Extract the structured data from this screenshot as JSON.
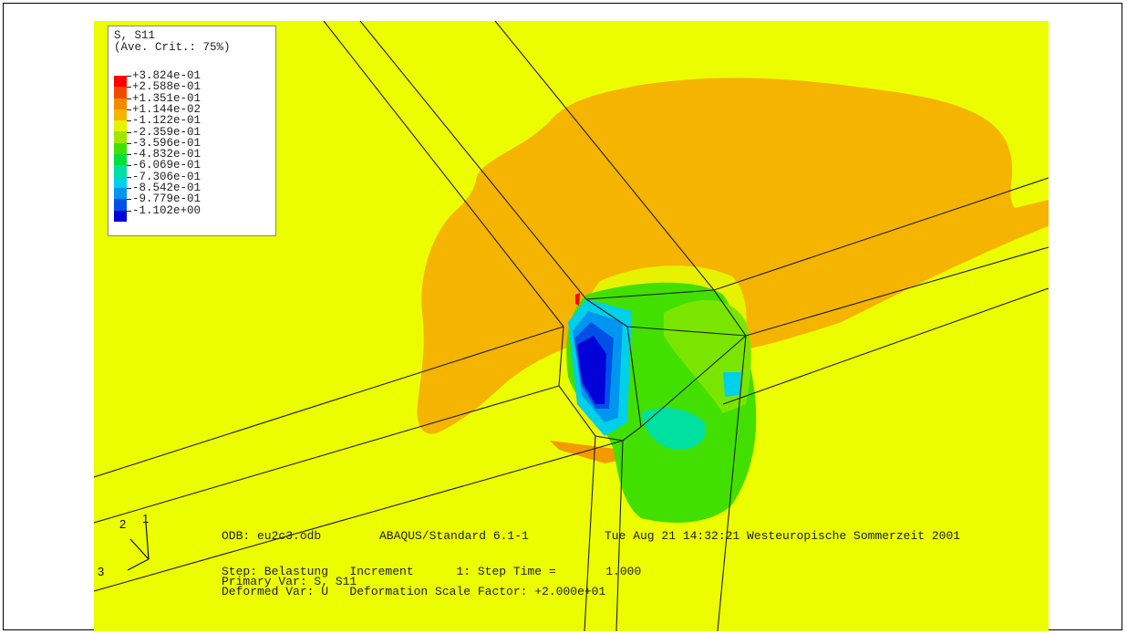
{
  "legend": {
    "title_line1": "S, S11",
    "title_line2": "(Ave. Crit.: 75%)",
    "entries": [
      {
        "value": "+3.824e-01",
        "color": "#ff0000"
      },
      {
        "value": "+2.588e-01",
        "color": "#f04a00"
      },
      {
        "value": "+1.351e-01",
        "color": "#f38a00"
      },
      {
        "value": "+1.144e-02",
        "color": "#f5b400"
      },
      {
        "value": "-1.122e-01",
        "color": "#e6f200"
      },
      {
        "value": "-2.359e-01",
        "color": "#9ee800"
      },
      {
        "value": "-3.596e-01",
        "color": "#42e000"
      },
      {
        "value": "-4.832e-01",
        "color": "#00df3a"
      },
      {
        "value": "-6.069e-01",
        "color": "#00e0a0"
      },
      {
        "value": "-7.306e-01",
        "color": "#00d0e8"
      },
      {
        "value": "-8.542e-01",
        "color": "#0096f0"
      },
      {
        "value": "-9.779e-01",
        "color": "#0050e8"
      },
      {
        "value": "-1.102e+00",
        "color": "#0000d8"
      }
    ]
  },
  "info": {
    "odb": "ODB: eu2c3.odb",
    "solver": "ABAQUS/Standard 6.1-1",
    "timestamp": "Tue Aug 21 14:32:21 Westeuropische Sommerzeit 2001",
    "step_line": "Step: Belastung   Increment      1: Step Time =       1.000",
    "primary_var": "Primary Var: S, S11",
    "deformed_var": "Deformed Var: U   Deformation Scale Factor: +2.000e+01"
  },
  "triad": {
    "axis_1": "1",
    "axis_2": "2",
    "axis_3": "3"
  },
  "colors": {
    "background": "#ecfd00",
    "tension_zone": "#f5b400"
  }
}
